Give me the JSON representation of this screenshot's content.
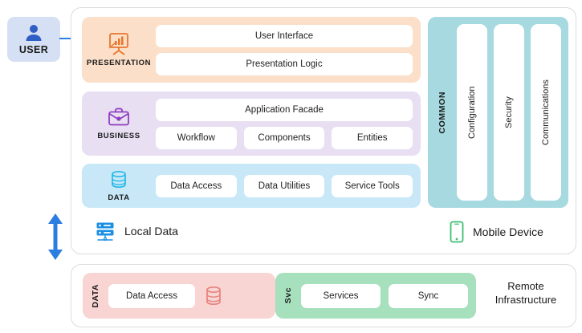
{
  "actor": {
    "label": "USER",
    "icon": "user-icon"
  },
  "arrows": {
    "user_to_app": "arrow-right-icon",
    "local_remote_sync": "arrow-up-down-icon"
  },
  "colors": {
    "presentation": "#fbdfc8",
    "business": "#e8dff3",
    "data": "#c8e8f8",
    "common": "#a7d9e0",
    "remote_data": "#f8d4d2",
    "remote_service": "#a6e0bd",
    "user_box": "#d6e0f4",
    "accent_blue": "#2b7de0",
    "presentation_icon": "#e8762c",
    "business_icon": "#8f3fc0",
    "data_icon": "#25b9e8",
    "local_data_icon": "#1a8fe3",
    "mobile_icon": "#3cbf72",
    "remote_db_icon": "#e8827e"
  },
  "local": {
    "layers": [
      {
        "name": "PRESENTATION",
        "icon": "presentation-board-icon",
        "rows": [
          [
            "User Interface"
          ],
          [
            "Presentation Logic"
          ]
        ]
      },
      {
        "name": "BUSINESS",
        "icon": "briefcase-icon",
        "rows": [
          [
            "Application Facade"
          ],
          [
            "Workflow",
            "Components",
            "Entities"
          ]
        ]
      },
      {
        "name": "DATA",
        "icon": "database-icon",
        "rows": [
          [
            "Data Access",
            "Data Utilities",
            "Service Tools"
          ]
        ]
      }
    ],
    "common": {
      "title": "COMMON",
      "columns": [
        "Configuration",
        "Security",
        "Communications"
      ]
    },
    "devices": [
      {
        "label": "Local Data",
        "icon": "server-icon"
      },
      {
        "label": "Mobile Device",
        "icon": "mobile-phone-icon"
      }
    ]
  },
  "remote": {
    "title_line1": "Remote",
    "title_line2": "Infrastructure",
    "blocks": [
      {
        "vertical_label": "DATA",
        "cards": [
          "Data Access"
        ],
        "icon": "database-cylinder-icon"
      },
      {
        "vertical_label": "Svc",
        "cards": [
          "Services",
          "Sync"
        ],
        "icon": null
      }
    ]
  }
}
